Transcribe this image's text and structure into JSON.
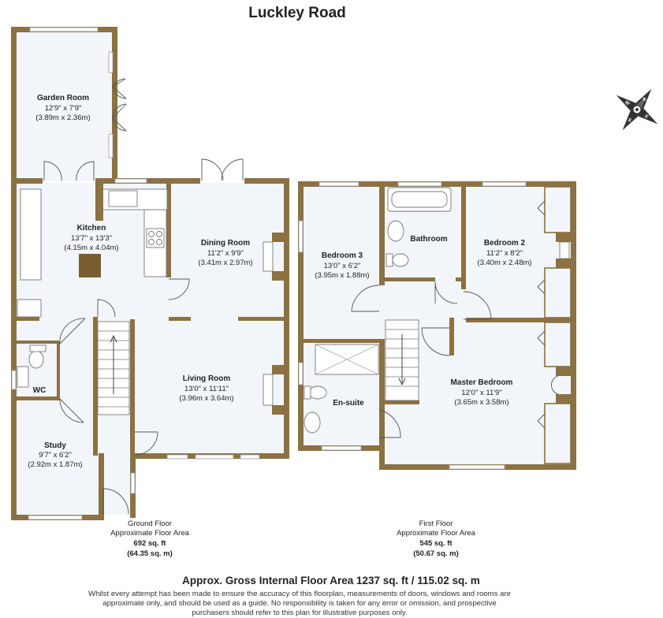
{
  "title": "Luckley Road",
  "rooms": {
    "garden_room": {
      "name": "Garden Room",
      "imperial": "12'9\" x 7'9\"",
      "metric": "(3.89m x 2.36m)"
    },
    "kitchen": {
      "name": "Kitchen",
      "imperial": "13'7\" x 13'3\"",
      "metric": "(4.15m x 4.04m)"
    },
    "dining_room": {
      "name": "Dining Room",
      "imperial": "11'2\" x 9'9\"",
      "metric": "(3.41m x 2.97m)"
    },
    "living_room": {
      "name": "Living Room",
      "imperial": "13'0\" x 11'11\"",
      "metric": "(3.96m x 3.64m)"
    },
    "wc": {
      "name": "WC"
    },
    "study": {
      "name": "Study",
      "imperial": "9'7\" x 6'2\"",
      "metric": "(2.92m x 1.87m)"
    },
    "bedroom_3": {
      "name": "Bedroom 3",
      "imperial": "13'0\" x 6'2\"",
      "metric": "(3.95m x 1.88m)"
    },
    "bathroom": {
      "name": "Bathroom"
    },
    "bedroom_2": {
      "name": "Bedroom 2",
      "imperial": "11'2\" x 8'2\"",
      "metric": "(3.40m x 2.48m)"
    },
    "en_suite": {
      "name": "En-suite"
    },
    "master_bedroom": {
      "name": "Master Bedroom",
      "imperial": "12'0\" x 11'9\"",
      "metric": "(3.65m x 3.58m)"
    }
  },
  "floors": {
    "ground": {
      "name": "Ground Floor",
      "label": "Approximate Floor Area",
      "sqft": "692 sq. ft",
      "sqm": "(64.35 sq. m)"
    },
    "first": {
      "name": "First Floor",
      "label": "Approximate Floor Area",
      "sqft": "545 sq. ft",
      "sqm": "(50.67 sq. m)"
    }
  },
  "gross_area": "Approx. Gross Internal Floor Area 1237 sq. ft / 115.02 sq. m",
  "disclaimer": [
    "Whilst every attempt has been made to ensure the accuracy of this floorplan, measurements of doors, windows and rooms are",
    "approximate only, and should be used as a guide. No responsibility is taken for any error or omission, and prospective",
    "purchasers should refer to this plan for illustrative purposes only."
  ],
  "compass": {
    "n": "N",
    "e": "E",
    "s": "S",
    "w": "W"
  },
  "colors": {
    "wall": "#8c7142",
    "room_fill": "#f2f6fa"
  }
}
